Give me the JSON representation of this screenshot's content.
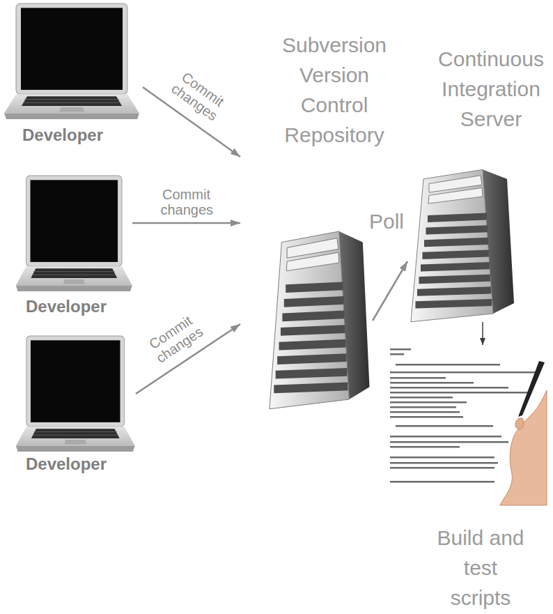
{
  "diagram": {
    "nodes": [
      {
        "text": [
          "Developer"
        ]
      },
      {
        "text": [
          "Developer"
        ]
      },
      {
        "text": [
          "Developer"
        ]
      },
      {
        "text": [
          "Subversion Version Control Repository"
        ]
      },
      {
        "text": [
          "Continuous Integration Server"
        ]
      },
      {
        "text": [
          "Build and test scripts"
        ]
      }
    ],
    "edges": [
      {
        "from": 0,
        "to": 3,
        "label": "Commit changes",
        "arrow": "to"
      },
      {
        "from": 1,
        "to": 3,
        "label": "Commit changes",
        "arrow": "to"
      },
      {
        "from": 2,
        "to": 3,
        "label": "Commit changes",
        "arrow": "to"
      },
      {
        "from": 3,
        "to": 4,
        "label": "Poll",
        "arrow": "to"
      },
      {
        "from": 4,
        "to": 5,
        "arrow": "to"
      }
    ]
  }
}
